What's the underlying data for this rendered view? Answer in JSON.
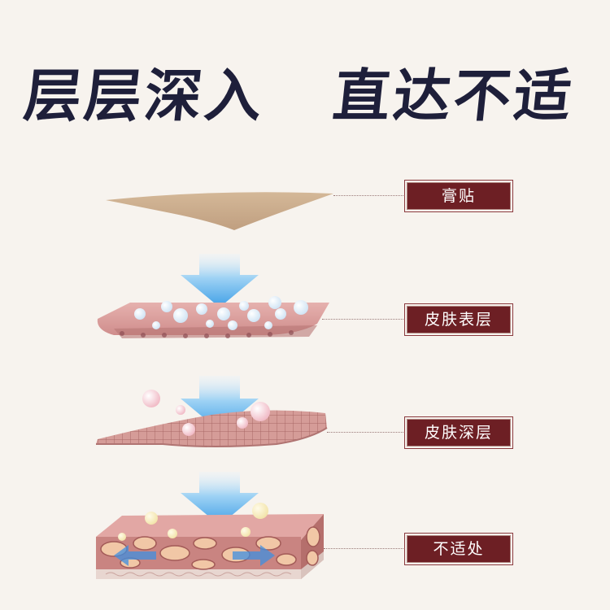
{
  "headline": {
    "left": "层层深入",
    "right": "直达不适"
  },
  "layers": [
    {
      "label": "膏贴"
    },
    {
      "label": "皮肤表层"
    },
    {
      "label": "皮肤深层"
    },
    {
      "label": "不适处"
    }
  ],
  "colors": {
    "background": "#f7f3ee",
    "headline": "#1e1f3a",
    "label_bg": "#6d1f24",
    "label_text": "#ffffff",
    "arrow": "#5fb2ec",
    "patch": "#c7a98a",
    "skin": "#d99a98"
  }
}
